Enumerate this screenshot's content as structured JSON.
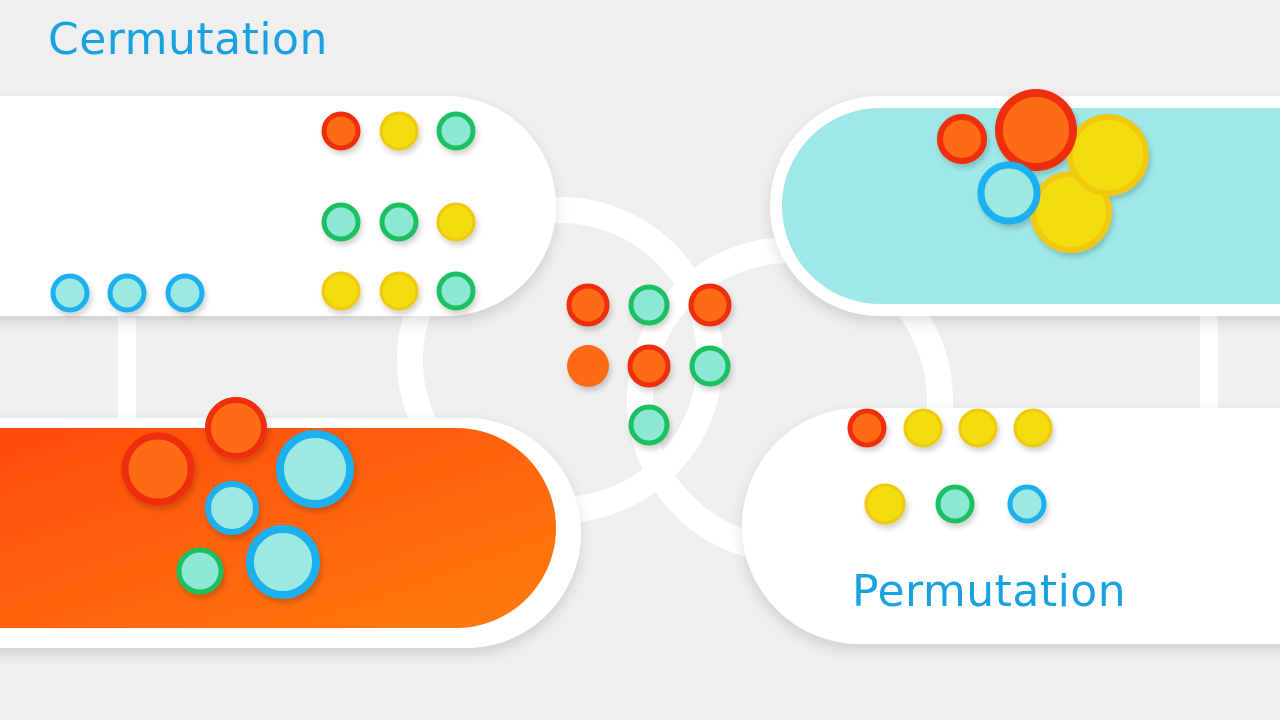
{
  "titles": {
    "top_left": "Cermutation",
    "bottom_right": "Permutation"
  },
  "colors": {
    "background": "#efefef",
    "title_text": "#1aa2e0",
    "orange_fill_start": "#ff4a0a",
    "orange_fill_end": "#ff7a10",
    "cyan_fill": "#9ee9e8",
    "red": "#ee2d0a",
    "orange": "#ff6a13",
    "yellow": "#f1db0c",
    "green": "#1cc060",
    "mint": "#8ce8d4",
    "blue": "#1ab0ee",
    "light_blue": "#9ce9e4"
  },
  "panels": [
    {
      "name": "top-left-panel",
      "fill": "white"
    },
    {
      "name": "bottom-left-panel",
      "fill": "orange gradient"
    },
    {
      "name": "top-right-panel",
      "fill": "cyan"
    },
    {
      "name": "bottom-right-panel",
      "fill": "white"
    }
  ]
}
